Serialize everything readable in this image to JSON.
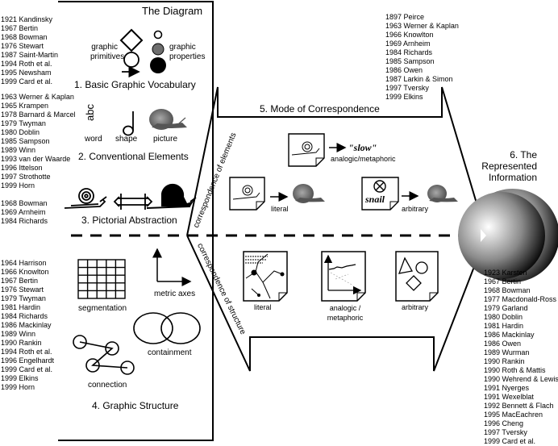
{
  "diagram_title": "The Diagram",
  "sections": {
    "s1": {
      "title": "1. Basic Graphic Vocabulary",
      "labels": {
        "primitives": [
          "graphic",
          "primitives"
        ],
        "properties": [
          "graphic",
          "properties"
        ]
      },
      "refs": [
        "1921 Kandinsky",
        "1967 Bertin",
        "1968 Bowman",
        "1976 Stewart",
        "1987 Saint-Martin",
        "1994 Roth et al.",
        "1995 Newsham",
        "1999 Card et al."
      ]
    },
    "s2": {
      "title": "2. Conventional Elements",
      "glyph_word": "abc",
      "labels": [
        "word",
        "shape",
        "picture"
      ],
      "refs": [
        "1963 Werner & Kaplan",
        "1965 Krampen",
        "1978 Barnard & Marcel",
        "1979 Twyman",
        "1980 Doblin",
        "1985 Sampson",
        "1989 Winn",
        "1993 van der Waarde",
        "1996 Ittelson",
        "1997 Strothotte",
        "1999 Horn"
      ]
    },
    "s3": {
      "title": "3. Pictorial Abstraction",
      "refs": [
        "1968 Bowman",
        "1969 Arnheim",
        "1984 Richards"
      ]
    },
    "s4": {
      "title": "4. Graphic Structure",
      "labels": {
        "segmentation": "segmentation",
        "metric_axes": "metric axes",
        "containment": "containment",
        "connection": "connection"
      },
      "refs": [
        "1964 Harrison",
        "1966 Knowlton",
        "1967 Bertin",
        "1976 Stewart",
        "1979 Twyman",
        "1981 Hardin",
        "1984 Richards",
        "1986 Mackinlay",
        "1989 Winn",
        "1990 Rankin",
        "1994 Roth et al.",
        "1996 Engelhardt",
        "1999 Card et al.",
        "1999 Elkins",
        "1999 Horn"
      ]
    },
    "s5": {
      "title": "5. Mode of Correspondence",
      "elements_axis": "correspondence of elements",
      "structure_axis": "correspondence of structure",
      "elements": {
        "analogic_word": "\"slow\"",
        "analogic_label": "analogic/metaphoric",
        "literal_label": "literal",
        "arbitrary_word": "snail",
        "arbitrary_label": "arbitrary"
      },
      "structure": {
        "literal_label": "literal",
        "analogic_label": [
          "analogic /",
          "metaphoric"
        ],
        "arbitrary_label": "arbitrary"
      },
      "refs": [
        "1897 Peirce",
        "1963 Werner & Kaplan",
        "1966 Knowlton",
        "1969 Arnheim",
        "1984 Richards",
        "1985 Sampson",
        "1986 Owen",
        "1987 Larkin & Simon",
        "1997 Tversky",
        "1999 Elkins"
      ]
    },
    "s6": {
      "title": [
        "6. The",
        "Represented",
        "Information"
      ],
      "refs": [
        "1923 Karsten",
        "1967 Bertin",
        "1968 Bowman",
        "1977 Macdonald-Ross",
        "1979 Garland",
        "1980 Doblin",
        "1981 Hardin",
        "1986 Mackinlay",
        "1986 Owen",
        "1989 Wurman",
        "1990 Rankin",
        "1990 Roth & Mattis",
        "1990 Wehrend & Lewis",
        "1991 Nyerges",
        "1991 Wexelblat",
        "1992 Bennett & Flach",
        "1995 MacEachren",
        "1996 Cheng",
        "1997 Tversky",
        "1999 Card et al."
      ]
    }
  }
}
